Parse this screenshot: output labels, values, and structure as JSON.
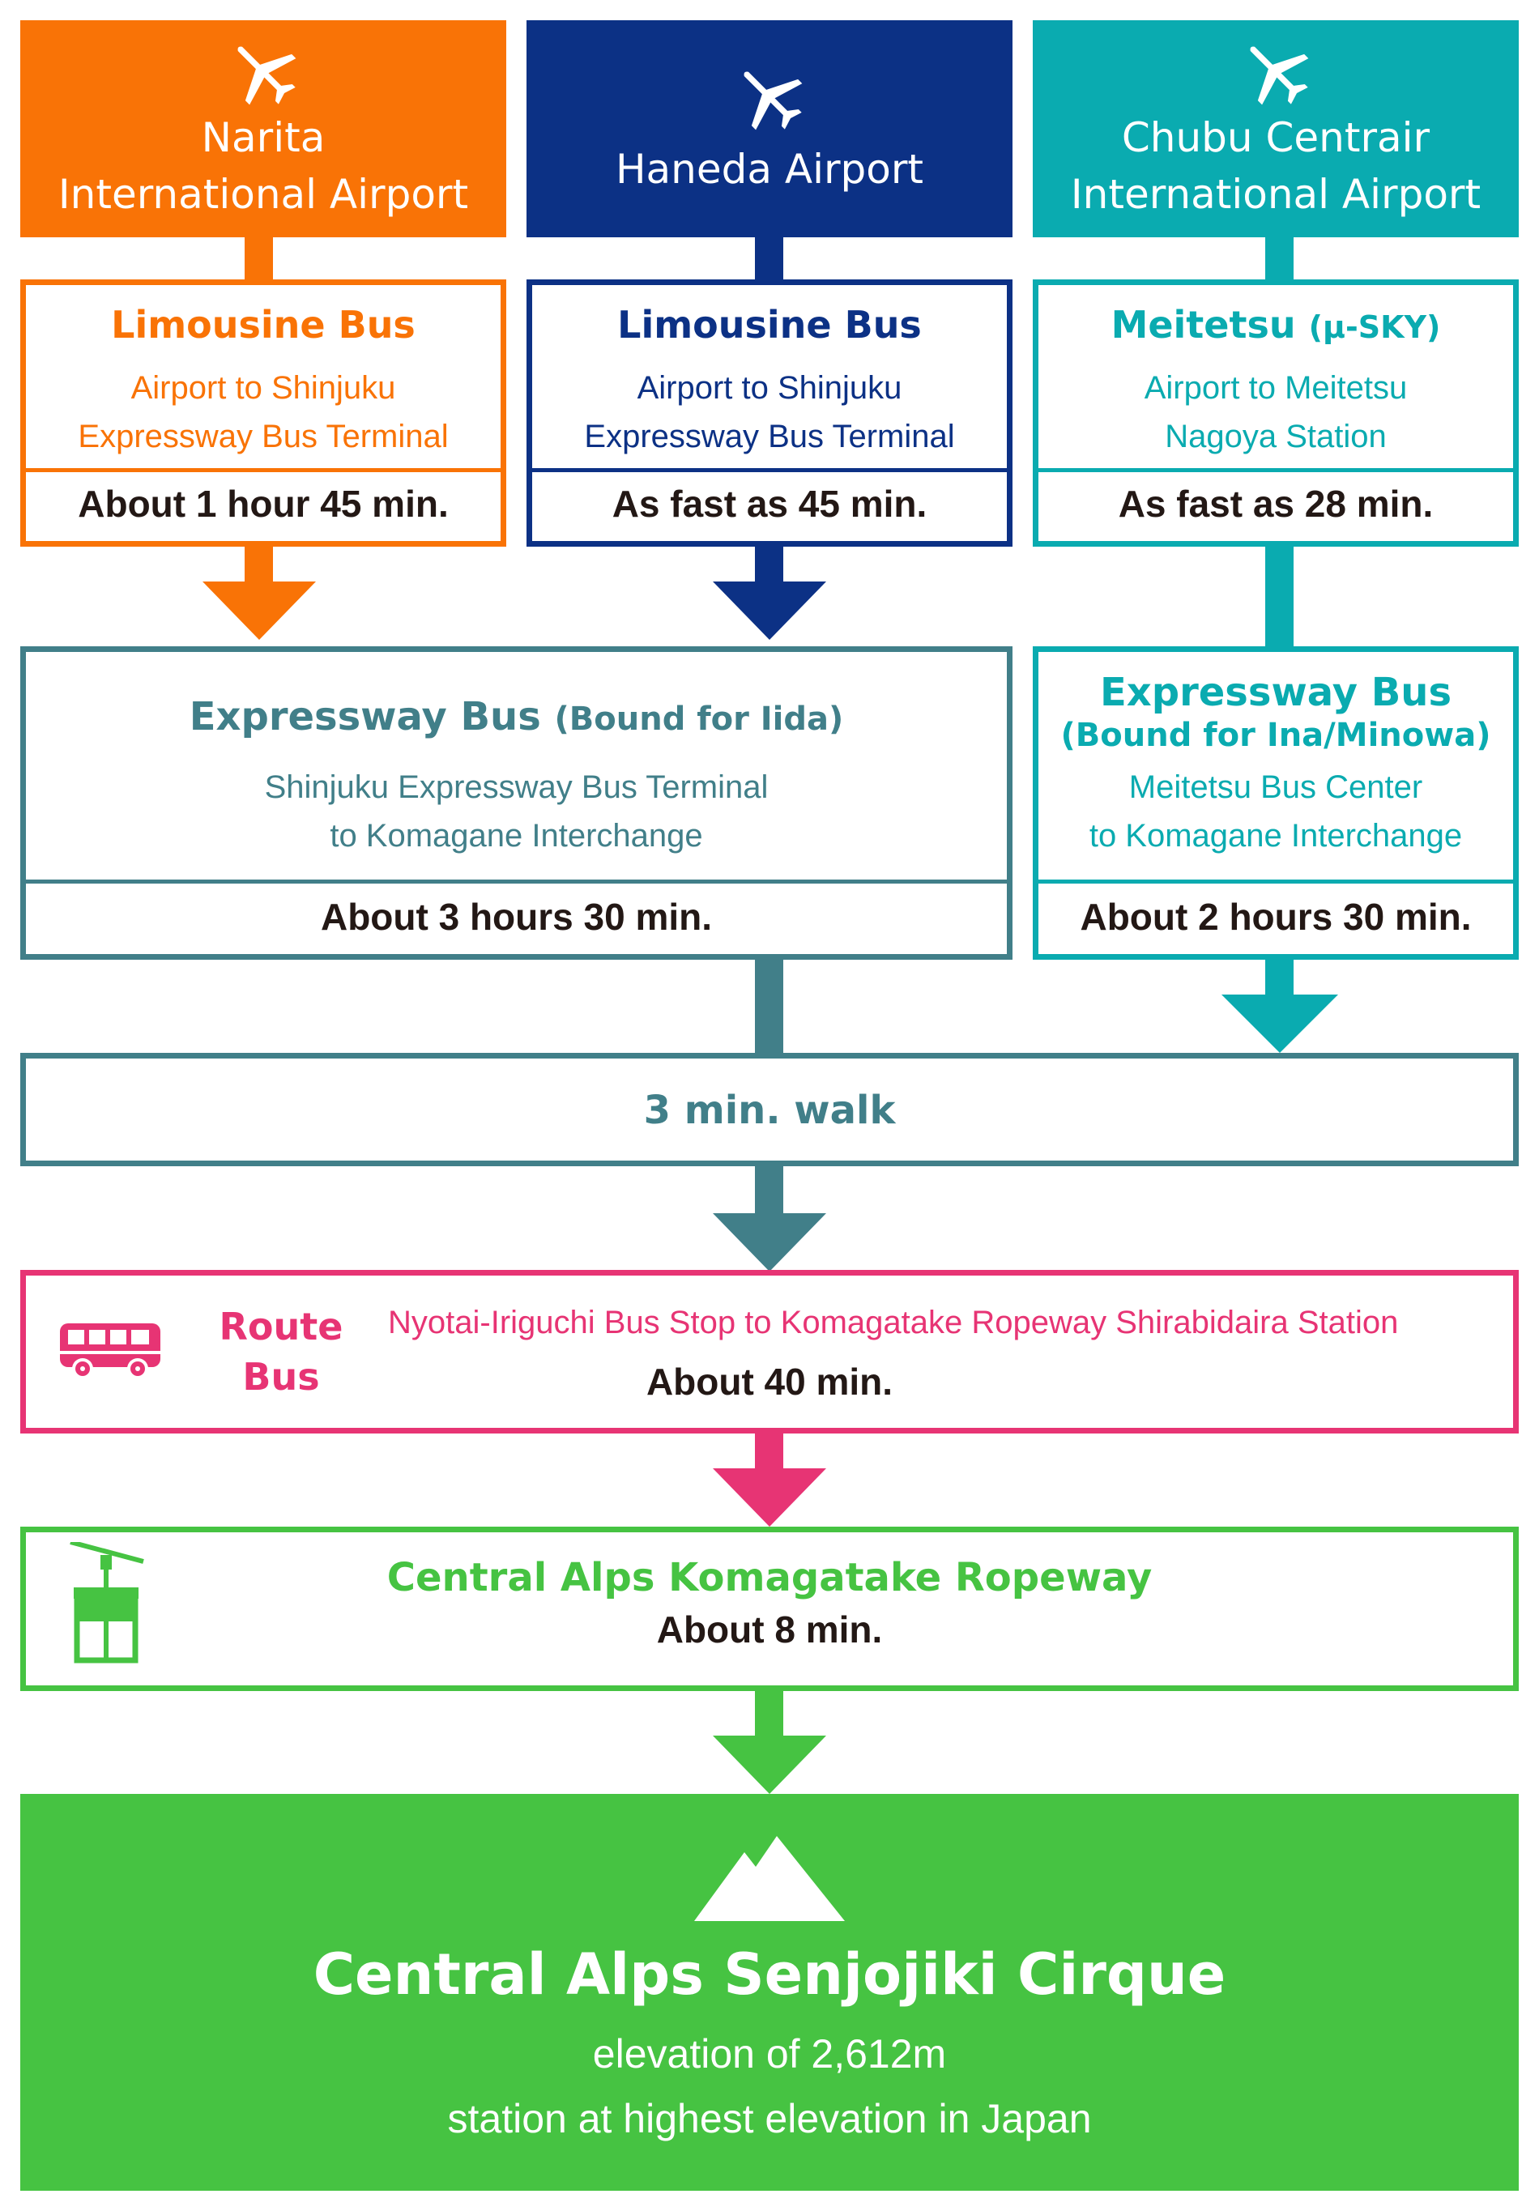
{
  "colors": {
    "narita": "#f97306",
    "haneda": "#0c3185",
    "chubu": "#0aabb0",
    "express": "#417f89",
    "route": "#e73474",
    "ropeway": "#46c342",
    "dark": "#231815"
  },
  "airports": {
    "narita": {
      "line1": "Narita",
      "line2": "International Airport",
      "icon": "airplane-icon"
    },
    "haneda": {
      "line1": "Haneda Airport",
      "icon": "airplane-icon"
    },
    "chubu": {
      "line1": "Chubu Centrair",
      "line2": "International Airport",
      "icon": "airplane-icon"
    }
  },
  "first_leg": {
    "narita": {
      "title": "Limousine Bus",
      "desc1": "Airport to Shinjuku",
      "desc2": "Expressway Bus Terminal",
      "time": "About 1 hour 45 min."
    },
    "haneda": {
      "title": "Limousine Bus",
      "desc1": "Airport to Shinjuku",
      "desc2": "Expressway Bus Terminal",
      "time": "As fast as 45 min."
    },
    "chubu": {
      "title": "Meitetsu",
      "title_sub": "(μ-SKY)",
      "desc1": "Airport to Meitetsu",
      "desc2": "Nagoya Station",
      "time": "As fast as 28 min."
    }
  },
  "express_iida": {
    "title": "Expressway Bus",
    "title_sub": "(Bound for Iida)",
    "desc1": "Shinjuku Expressway Bus Terminal",
    "desc2": "to Komagane Interchange",
    "time": "About 3 hours 30 min."
  },
  "express_ina": {
    "title": "Expressway Bus",
    "title_sub": "(Bound for Ina/Minowa)",
    "desc1": "Meitetsu Bus Center",
    "desc2": "to Komagane Interchange",
    "time": "About 2 hours 30 min."
  },
  "walk": {
    "label": "3 min. walk"
  },
  "route_bus": {
    "label1": "Route",
    "label2": "Bus",
    "desc": "Nyotai-Iriguchi Bus Stop to Komagatake Ropeway Shirabidaira Station",
    "time": "About 40 min.",
    "icon": "bus-icon"
  },
  "ropeway": {
    "title": "Central Alps Komagatake Ropeway",
    "time": "About 8 min.",
    "icon": "gondola-icon"
  },
  "destination": {
    "title": "Central Alps Senjojiki Cirque",
    "line1": "elevation of 2,612m",
    "line2": "station at highest elevation in Japan",
    "icon": "mountain-icon"
  }
}
